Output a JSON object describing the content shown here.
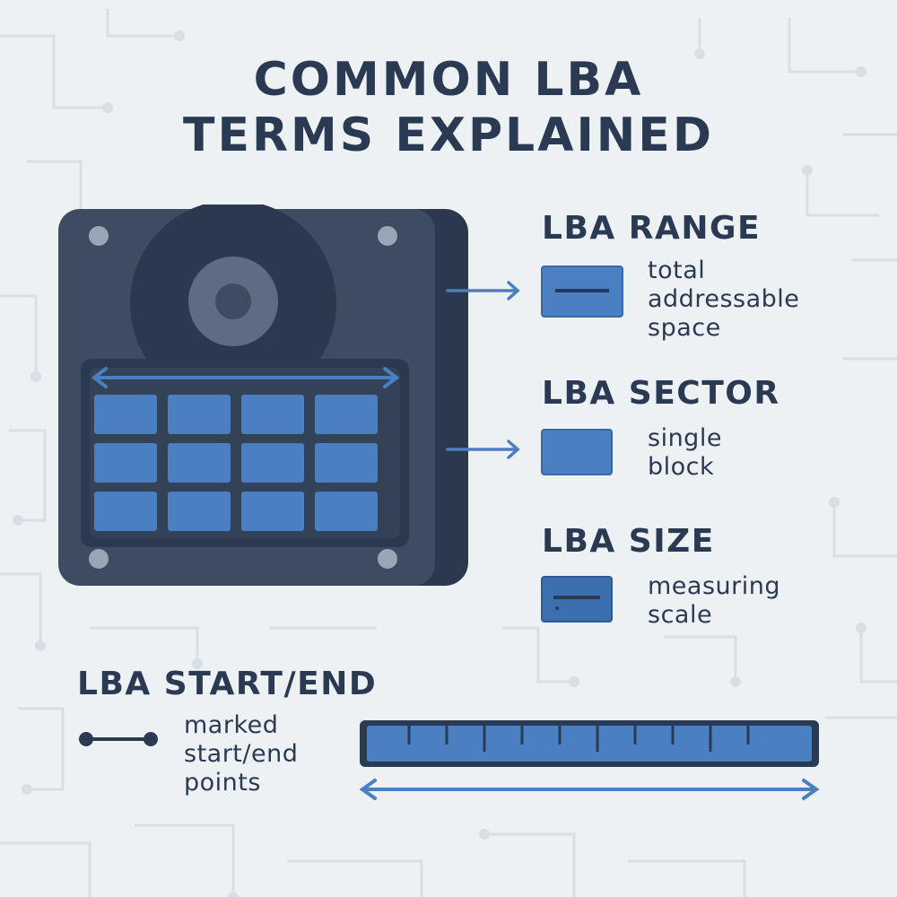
{
  "title": {
    "line1": "COMMON LBA",
    "line2": "TERMS EXPLAINED"
  },
  "terms": {
    "range": {
      "heading": "LBA RANGE",
      "desc": [
        "total",
        "addressable",
        "space"
      ]
    },
    "sector": {
      "heading": "LBA SECTOR",
      "desc": [
        "single",
        "block"
      ]
    },
    "size": {
      "heading": "LBA SIZE",
      "desc": [
        "measuring",
        "scale"
      ]
    },
    "startend": {
      "heading": "LBA START/END",
      "desc": [
        "marked",
        "start/end",
        "points"
      ]
    }
  },
  "colors": {
    "background": "#eef1f4",
    "navy": "#2b3a53",
    "drive_body": "#3e4c63",
    "drive_dark": "#2c384d",
    "accent_blue": "#4a7fc1",
    "circuit_line": "#d6dce4"
  },
  "icons": [
    "hard-drive-icon",
    "arrow-right-icon",
    "double-arrow-icon",
    "dumbbell-icon",
    "ruler-icon"
  ]
}
